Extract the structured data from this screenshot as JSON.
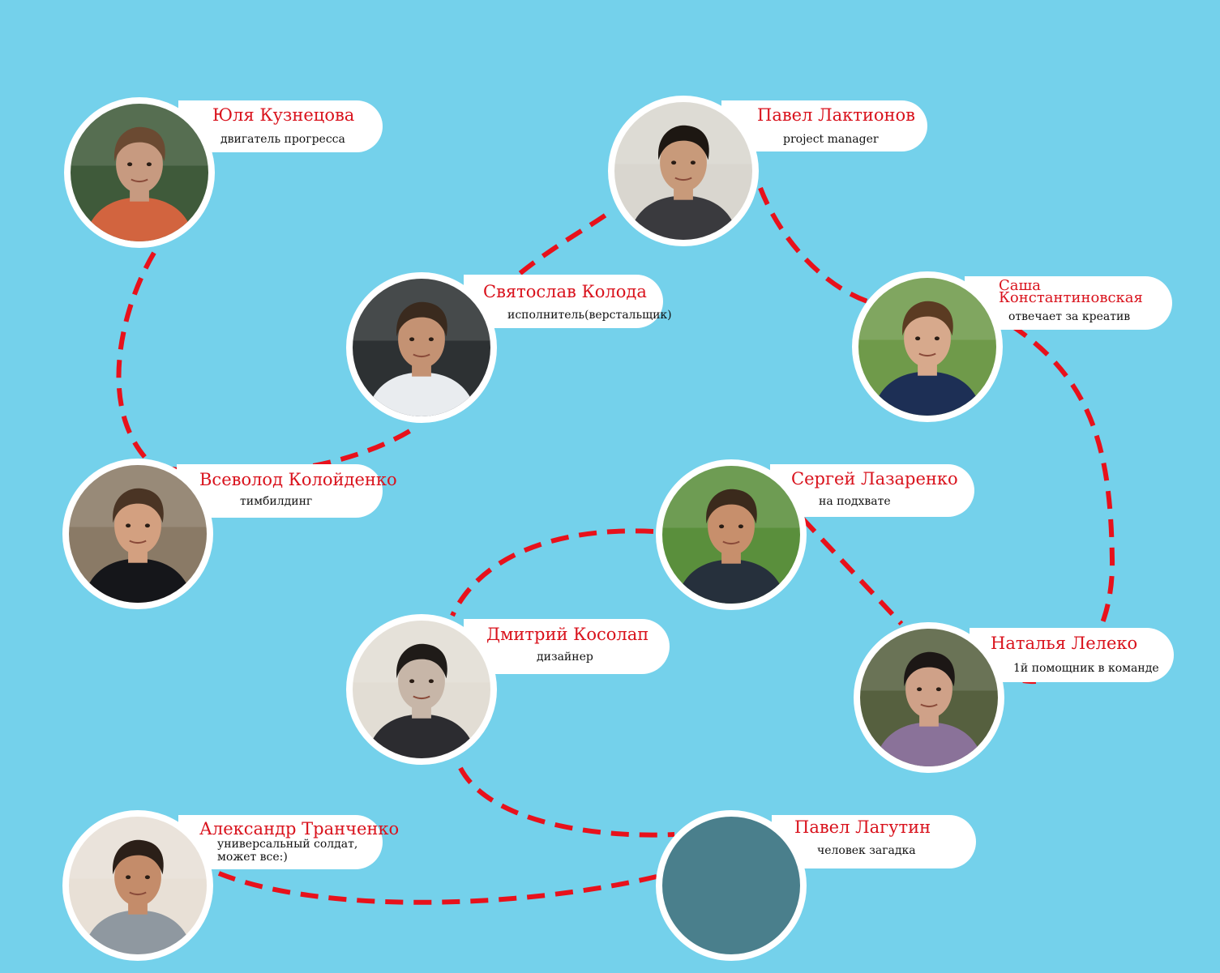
{
  "colors": {
    "background": "#74d1eb",
    "connector": "#e8111b",
    "name_text": "#d9121c",
    "role_text": "#111111",
    "card": "#ffffff",
    "placeholder_avatar": "#4a7f8c"
  },
  "members": [
    {
      "id": "yulia",
      "name": "Юля Кузнецова",
      "role": "двигатель прогресса",
      "avatar_icon": "person-photo-icon",
      "palette": [
        "#3f5a3a",
        "#c79a80",
        "#6b4a32",
        "#d2643f"
      ]
    },
    {
      "id": "pavel-l",
      "name": "Павел Лактионов",
      "role": "project manager",
      "avatar_icon": "person-photo-icon",
      "palette": [
        "#d9d6cf",
        "#c89a7a",
        "#1d1712",
        "#3a3a3e"
      ]
    },
    {
      "id": "svyatoslav",
      "name": "Святослав Колода",
      "role": "исполнитель(верстальщик)",
      "avatar_icon": "person-photo-icon",
      "palette": [
        "#2d3133",
        "#c49273",
        "#3a2a1e",
        "#e9ecef"
      ]
    },
    {
      "id": "sasha",
      "name": "Саша Константиновская",
      "role": "отвечает за креатив",
      "avatar_icon": "person-photo-icon",
      "palette": [
        "#6f9a4a",
        "#d7a98c",
        "#5b3b22",
        "#1d2f55"
      ]
    },
    {
      "id": "vsevolod",
      "name": "Всеволод Колойденко",
      "role": "тимбилдинг",
      "avatar_icon": "person-photo-icon",
      "palette": [
        "#8a7a66",
        "#d3a080",
        "#4a3424",
        "#15161a"
      ]
    },
    {
      "id": "sergey",
      "name": "Сергей Лазаренко",
      "role": "на подхвате",
      "avatar_icon": "person-photo-icon",
      "palette": [
        "#5a8f3c",
        "#c78f6c",
        "#3b2a1c",
        "#26303c"
      ]
    },
    {
      "id": "dmitriy",
      "name": "Дмитрий Косолап",
      "role": "дизайнер",
      "avatar_icon": "person-photo-icon",
      "palette": [
        "#e2ddd4",
        "#c7b6a8",
        "#1f1b18",
        "#2c2c30"
      ]
    },
    {
      "id": "natalya",
      "name": "Наталья Лелеко",
      "role": "1й помощник в команде",
      "avatar_icon": "person-photo-icon",
      "palette": [
        "#56603f",
        "#cfa188",
        "#1c1715",
        "#8a7299"
      ]
    },
    {
      "id": "aleksandr",
      "name": "Александр Транченко",
      "role": "универсальный солдат,\nможет все:)",
      "avatar_icon": "person-photo-icon",
      "palette": [
        "#e8e0d6",
        "#c48c6a",
        "#2b1f18",
        "#8f98a0"
      ]
    },
    {
      "id": "pavel-lag",
      "name": "Павел Лагутин",
      "role": "человек загадка",
      "avatar_icon": "placeholder-avatar-icon",
      "palette": null
    }
  ],
  "connections": [
    [
      "yulia",
      "vsevolod"
    ],
    [
      "vsevolod",
      "svyatoslav"
    ],
    [
      "svyatoslav",
      "pavel-l"
    ],
    [
      "pavel-l",
      "sasha"
    ],
    [
      "sasha",
      "natalya"
    ],
    [
      "sergey",
      "natalya"
    ],
    [
      "sergey",
      "dmitriy"
    ],
    [
      "dmitriy",
      "pavel-lag"
    ],
    [
      "pavel-lag",
      "aleksandr"
    ]
  ]
}
